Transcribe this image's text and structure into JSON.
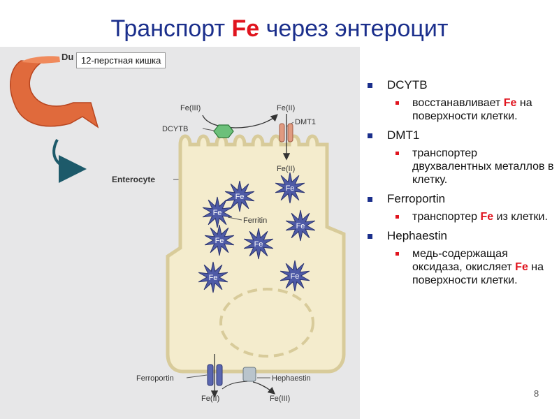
{
  "slide": {
    "title_prefix": "Транспорт ",
    "title_fe": "Fe",
    "title_suffix": " через энтероцит",
    "page_number": "8"
  },
  "figure": {
    "callout": "12-перстная кишка",
    "duodenum_label": "Du",
    "enterocyte_label": "Enterocyte",
    "fe3_top": "Fe(III)",
    "fe2_top": "Fe(II)",
    "dcytb": "DCYTB",
    "dmt1": "DMT1",
    "fe2_inside": "Fe(II)",
    "ferritin": "Ferritin",
    "fe_star": "Fe",
    "ferroportin": "Ferroportin",
    "hephaestin": "Hephaestin",
    "fe2_bottom": "Fe(II)",
    "fe3_bottom": "Fe(III)"
  },
  "colors": {
    "title": "#1b2f8c",
    "accent_red": "#e0141e",
    "figure_bg": "#e7e7e8",
    "cell_fill": "#f4eccd",
    "cell_stroke": "#d8cb9a",
    "star_fill": "#4e5aa6",
    "intestine": "#e06a3c",
    "dcytb_green": "#6cc07a"
  },
  "bullets": [
    {
      "heading": "DCYTB",
      "sub": [
        {
          "pre": "восстанавливает ",
          "fe": "Fe",
          "post": " на поверхности клетки."
        }
      ]
    },
    {
      "heading": "DMT1",
      "sub": [
        {
          "pre": "транспортер двухвалентных металлов в клетку.",
          "fe": "",
          "post": ""
        }
      ]
    },
    {
      "heading": "Ferroportin",
      "sub": [
        {
          "pre": "транспортер ",
          "fe": "Fe",
          "post": " из клетки."
        }
      ]
    },
    {
      "heading": "Hephaestin",
      "sub": [
        {
          "pre": "медь-содержащая оксидаза, окисляет ",
          "fe": "Fe",
          "post": " на поверхности клетки."
        }
      ]
    }
  ]
}
